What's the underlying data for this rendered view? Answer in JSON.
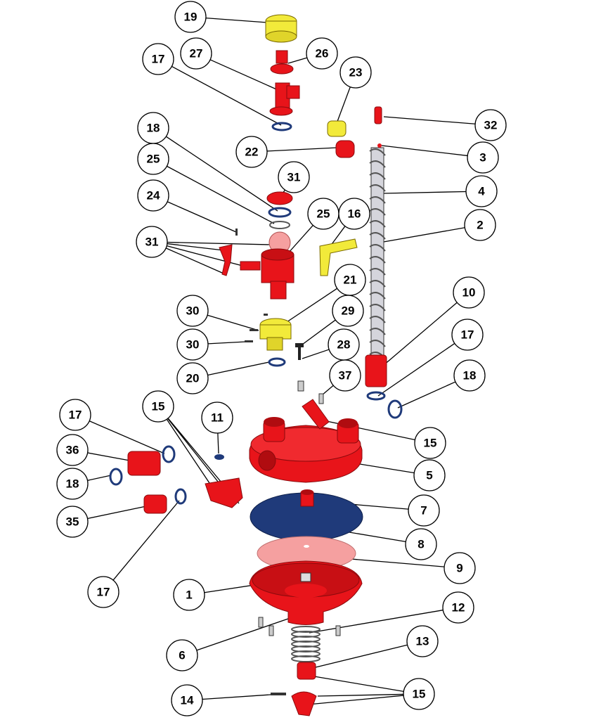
{
  "diagram": {
    "type": "exploded-parts-view",
    "colors": {
      "red": "#e8141a",
      "dark_red": "#8a0a0d",
      "yellow": "#f2ea3a",
      "navy": "#1f3a7a",
      "pink": "#f5a0a0",
      "gray": "#b8b8c0",
      "line": "#000000"
    },
    "callouts": [
      "19",
      "27",
      "26",
      "17",
      "23",
      "32",
      "18",
      "22",
      "3",
      "25",
      "31",
      "4",
      "24",
      "25",
      "16",
      "2",
      "31",
      "21",
      "10",
      "30",
      "29",
      "30",
      "17",
      "28",
      "20",
      "37",
      "18",
      "15",
      "11",
      "17",
      "15",
      "36",
      "5",
      "18",
      "7",
      "35",
      "8",
      "9",
      "17",
      "1",
      "12",
      "6",
      "13",
      "15",
      "14"
    ]
  }
}
